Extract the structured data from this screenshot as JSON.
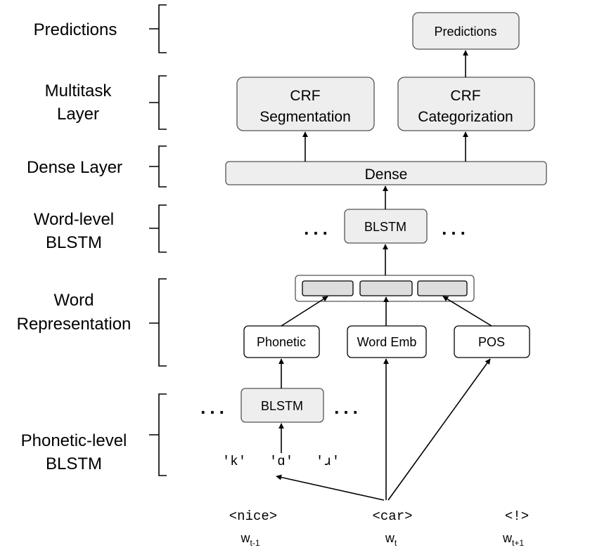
{
  "layers": {
    "predictions": "Predictions",
    "multitask_line1": "Multitask",
    "multitask_line2": "Layer",
    "dense": "Dense Layer",
    "word_blstm_line1": "Word-level",
    "word_blstm_line2": "BLSTM",
    "word_rep_line1": "Word",
    "word_rep_line2": "Representation",
    "phonetic_blstm_line1": "Phonetic-level",
    "phonetic_blstm_line2": "BLSTM"
  },
  "nodes": {
    "predictions": "Predictions",
    "crf_seg_line1": "CRF",
    "crf_seg_line2": "Segmentation",
    "crf_cat_line1": "CRF",
    "crf_cat_line2": "Categorization",
    "dense": "Dense",
    "word_blstm": "BLSTM",
    "phonetic": "Phonetic",
    "word_emb": "Word Emb",
    "pos": "POS",
    "phonetic_blstm": "BLSTM",
    "ellipsis": "..."
  },
  "phones": [
    "'k'",
    "'ɑ'",
    "'ɹ'"
  ],
  "tokens": [
    {
      "text": "<nice>",
      "w": "w",
      "sub": "t-1"
    },
    {
      "text": "<car>",
      "w": "w",
      "sub": "t"
    },
    {
      "text": "<!>",
      "w": "w",
      "sub": "t+1"
    }
  ]
}
